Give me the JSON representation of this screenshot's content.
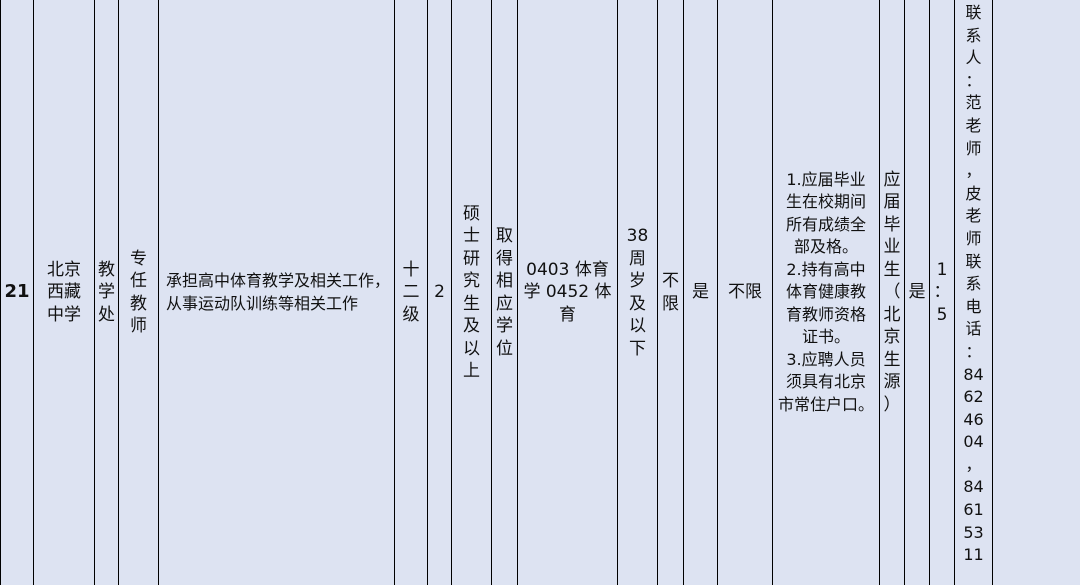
{
  "row": {
    "index": "21",
    "unit": "北京\n西藏\n中学",
    "department": "教\n学\n处",
    "position": "专\n任\n教\n师",
    "description": "承担高中体育教学及相关工作，\n从事运动队训练等相关工作",
    "level": "十\n二\n级",
    "count": "2",
    "education": "硕\n士\n研\n究\n生\n及\n以\n上",
    "degree": "取\n得\n相\n应\n学\n位",
    "major": "0403 体育\n学 0452 体\n育",
    "age": "38\n周\n岁\n及\n以\n下",
    "gender": "不\n限",
    "party": "是",
    "experience": "不限",
    "requirements": "1.应届毕业\n生在校期间\n所有成绩全\n部及格。\n2.持有高中\n体育健康教\n育教师资格\n证书。\n3.应聘人员\n须具有北京\n市常住户口。",
    "source": "应\n届\n毕\n业\n生\n（\n北\n京\n生\n源\n）",
    "exam": "是",
    "ratio": "1\n：\n5",
    "contact": "联\n系\n人\n：\n范\n老\n师\n，\n皮\n老\n师\n联\n系\n电\n话\n：\n84\n62\n46\n04\n，\n84\n61\n53\n11",
    "remarks": ""
  }
}
